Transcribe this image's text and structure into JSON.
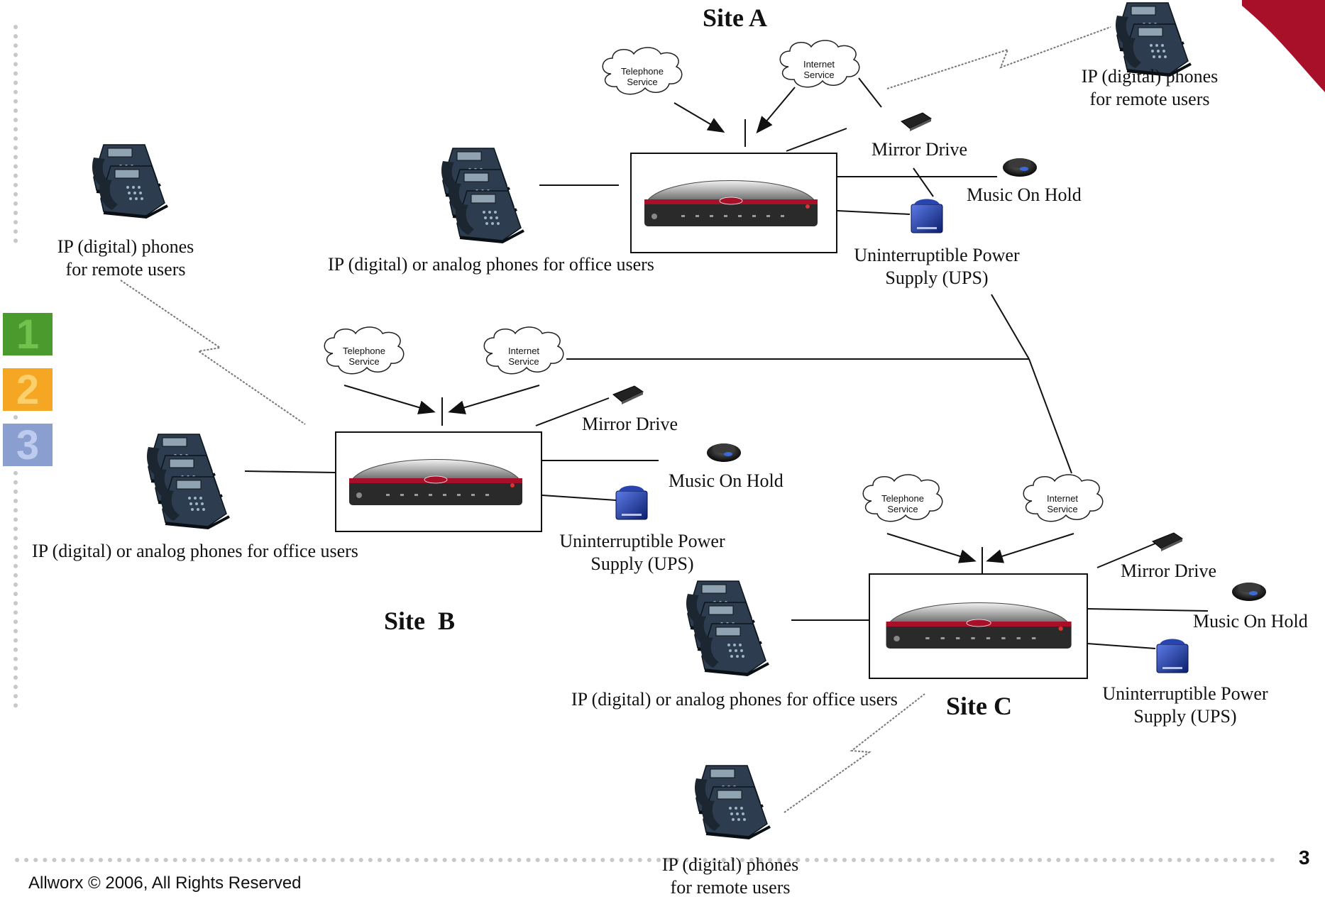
{
  "sites": {
    "a": {
      "title": "Site A"
    },
    "b": {
      "title": "Site  B"
    },
    "c": {
      "title": "Site C"
    }
  },
  "clouds": {
    "telephone": [
      "Telephone",
      "Service"
    ],
    "internet": [
      "Internet",
      "Service"
    ]
  },
  "labels": {
    "remote_phones_l1": "IP (digital) phones",
    "remote_phones_l2": "for remote users",
    "office_phones": "IP (digital) or analog phones for office users",
    "mirror_drive": "Mirror Drive",
    "music_on_hold": "Music On Hold",
    "ups_l1": "Uninterruptible Power",
    "ups_l2": "Supply (UPS)"
  },
  "sidebar": {
    "steps": [
      "1",
      "2",
      "3"
    ],
    "colors": [
      "#4a9a2e",
      "#f5a623",
      "#8a9fd0"
    ]
  },
  "footer": {
    "copyright": "Allworx © 2006, All Rights Reserved",
    "page_number": "3"
  },
  "colors": {
    "accent": "#a8102a",
    "router": "#2a2a2a",
    "ups": "#1f3a9e"
  }
}
